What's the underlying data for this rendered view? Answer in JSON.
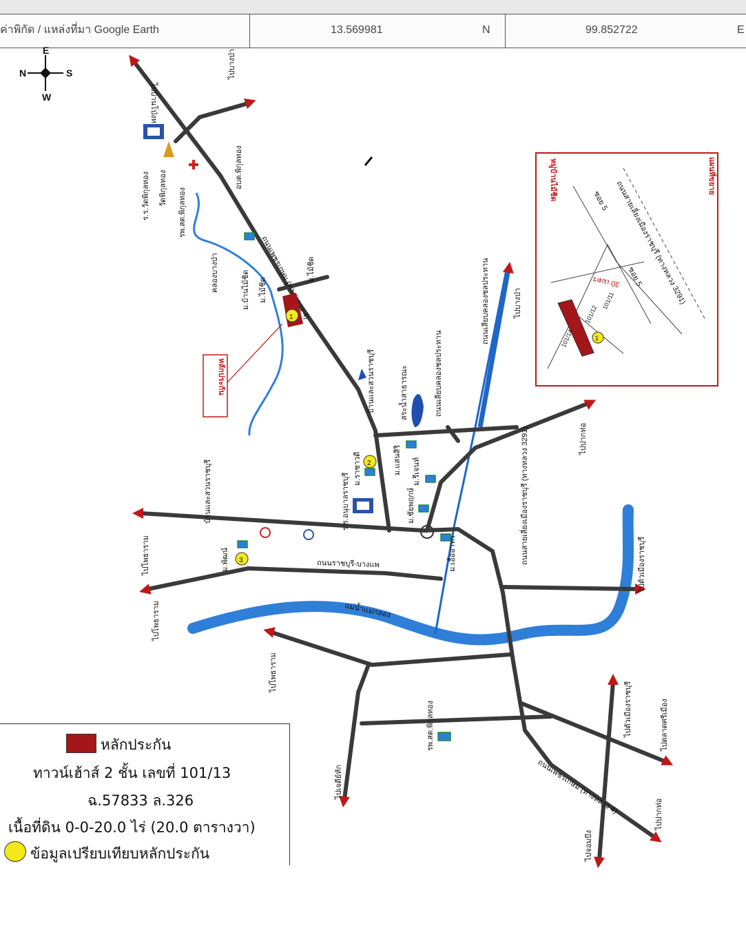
{
  "coord_bar": {
    "label": "ค่าพิกัด / แหล่งที่มา Google Earth",
    "lat_value": "13.569981",
    "lat_dir": "N",
    "lon_value": "99.852722",
    "lon_dir": "E"
  },
  "compass": {
    "n": "N",
    "e": "E",
    "w": "W",
    "s": "S"
  },
  "road_labels": {
    "to_ban_phrai_top": "ไปบ้านโป่งทาง",
    "to_bang_pa_top": "ไปบางป่า",
    "to_bang_pa_right": "ไปบางป่า",
    "to_pak_tho_right": "ไปปากท่อ",
    "to_photharam_1": "ไปโพธาราม",
    "to_photharam_2": "ไปโพธาราม",
    "to_photharam_3": "ไปโพธาราม",
    "to_ratchaburi_1": "ไปตัวเมืองราชบุรี",
    "to_ratchaburi_2": "ไปตัวเมืองราชบุรี",
    "to_talat_si": "ไปตลาดศรีเมือง",
    "to_pak_tho_bottom": "ไปปากท่อ",
    "to_chom_bueng": "ไปจอมบึง",
    "to_chedi_hak": "ไปเจดีย์หัก",
    "main_road": "ถนนเพชรเกษม (ทางหลวง 4)",
    "canal_road": "ถนนเลียบคลองชลประทาน",
    "bypass_road": "ถนนสายเลี่ยงเมืองราชบุรี (ทางหลวง 3291)",
    "rural_road": "ถนนราชบุรี-บางแพ",
    "river": "แม่น้ำแม่กลอง"
  },
  "landmarks": {
    "school_1": "ร.ร.วัดพิกุลทอง",
    "temple_1": "วัดพิกุลทอง",
    "hospital": "รพ.สต.พิกุลทอง",
    "pharmacy": "อบต.พิกุลทอง",
    "village_1": "ม.ไม้ชิด",
    "village_2": "ม.ไม้ชิด",
    "village_3": "ม.บ้านไม้ชิด",
    "canal": "คลองบางป่า",
    "collateral_mark": "หลักประกัน",
    "school_2": "ร.ร.อนุบาลราชบุรี",
    "village_4": "ม.ราชาวดี",
    "village_5": "ม.พัฒน์",
    "village_6": "ม.แสนสิริ",
    "village_7": "ม.รีเจนท์",
    "village_8": "ม.ชัยพฤกษ์",
    "village_9": "ม.เอื้ออาทร",
    "factory": "บ้านและสวนราชบุรี",
    "lake": "สระน้ำสาธารณะ",
    "marker_1": "1",
    "marker_2": "2",
    "marker_3": "3"
  },
  "inset": {
    "title": "หมู่บ้านไม้ชิด",
    "right_title": "แผนที่ขยาย",
    "road_main": "ถนนสายเลี่ยงเมืองราชบุรี (ทางหลวง 3291)",
    "alley_1": "ซอย 5",
    "alley_2": "ซอย 5",
    "distance": "30 เมตร",
    "plot_1": "101/14",
    "plot_2": "101/12",
    "plot_3": "101/11",
    "marker": "1"
  },
  "legend": {
    "collateral_label": "หลักประกัน",
    "line2": "ทาวน์เฮ้าส์ 2 ชั้น เลขที่ 101/13",
    "line3": "ฉ.57833 ล.326",
    "line4": "เนื้อที่ดิน 0-0-20.0 ไร่ (20.0 ตารางวา)",
    "comparison_label": "ข้อมูลเปรียบเทียบหลักประกัน"
  },
  "colors": {
    "road": "#3a3a3a",
    "river": "#2f7fd9",
    "canal": "#1f66c9",
    "collateral": "#a4161a",
    "arrow": "#c01818",
    "marker": "#f2e81a"
  }
}
